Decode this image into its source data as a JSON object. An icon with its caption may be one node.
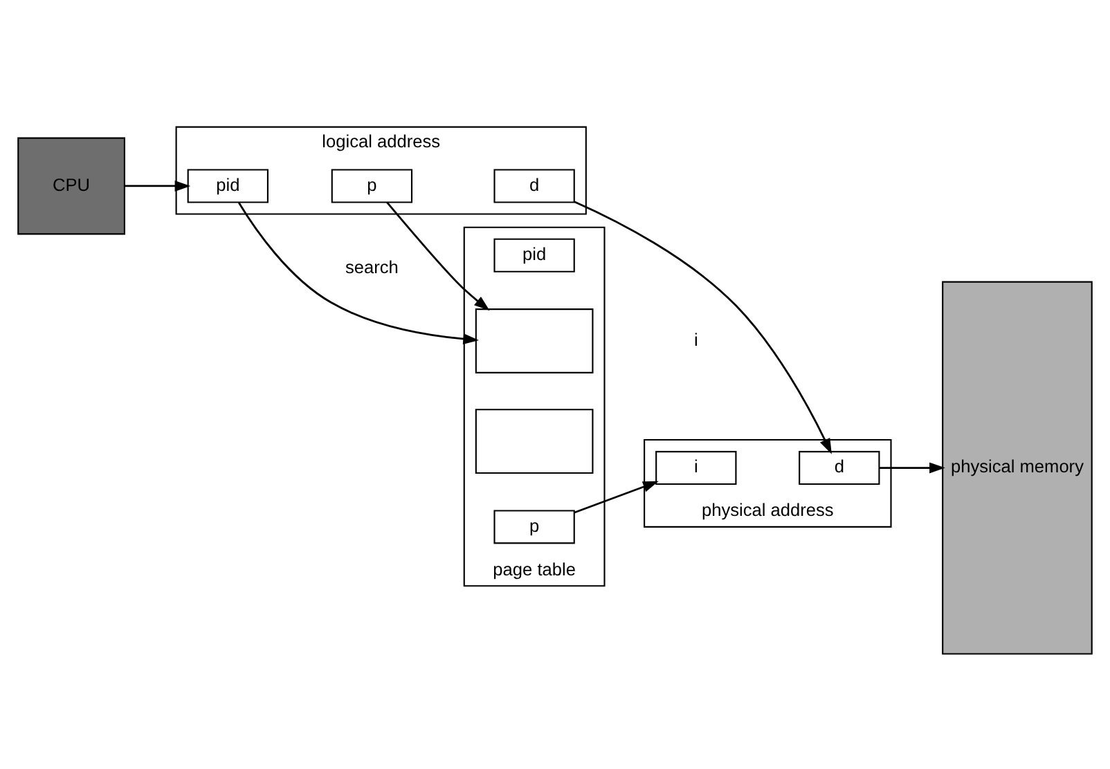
{
  "diagram": {
    "nodes": [
      {
        "text": [
          "CPU"
        ]
      },
      {
        "text": [
          "logical address"
        ]
      },
      {
        "text": [
          "pid"
        ],
        "in": 1
      },
      {
        "text": [
          "p"
        ],
        "in": 1
      },
      {
        "text": [
          "d"
        ],
        "in": 1
      },
      {
        "text": [
          "physical address"
        ]
      },
      {
        "text": [
          "i"
        ],
        "in": 5
      },
      {
        "text": [
          "d"
        ],
        "in": 5
      },
      {
        "text": [
          "page table"
        ]
      },
      {
        "text": [],
        "shape": "box",
        "in": 8
      },
      {
        "text": [
          "pid"
        ],
        "in": 8
      },
      {
        "text": [
          "p"
        ],
        "in": 8
      },
      {
        "text": [],
        "shape": "box",
        "in": 8
      },
      {
        "text": [
          "physical memory"
        ]
      }
    ],
    "edges": [
      {
        "from": 0,
        "to": 2,
        "arrow": "to"
      },
      {
        "from": 2,
        "to": 9,
        "arrow": "to"
      },
      {
        "from": 3,
        "to": 9,
        "arrow": "to"
      },
      {
        "from": 4,
        "to": 7,
        "arrow": "to"
      },
      {
        "from": 11,
        "to": 6,
        "arrow": "to"
      },
      {
        "from": 7,
        "to": 13,
        "arrow": "to"
      }
    ],
    "labels": [
      "i",
      "search"
    ]
  }
}
